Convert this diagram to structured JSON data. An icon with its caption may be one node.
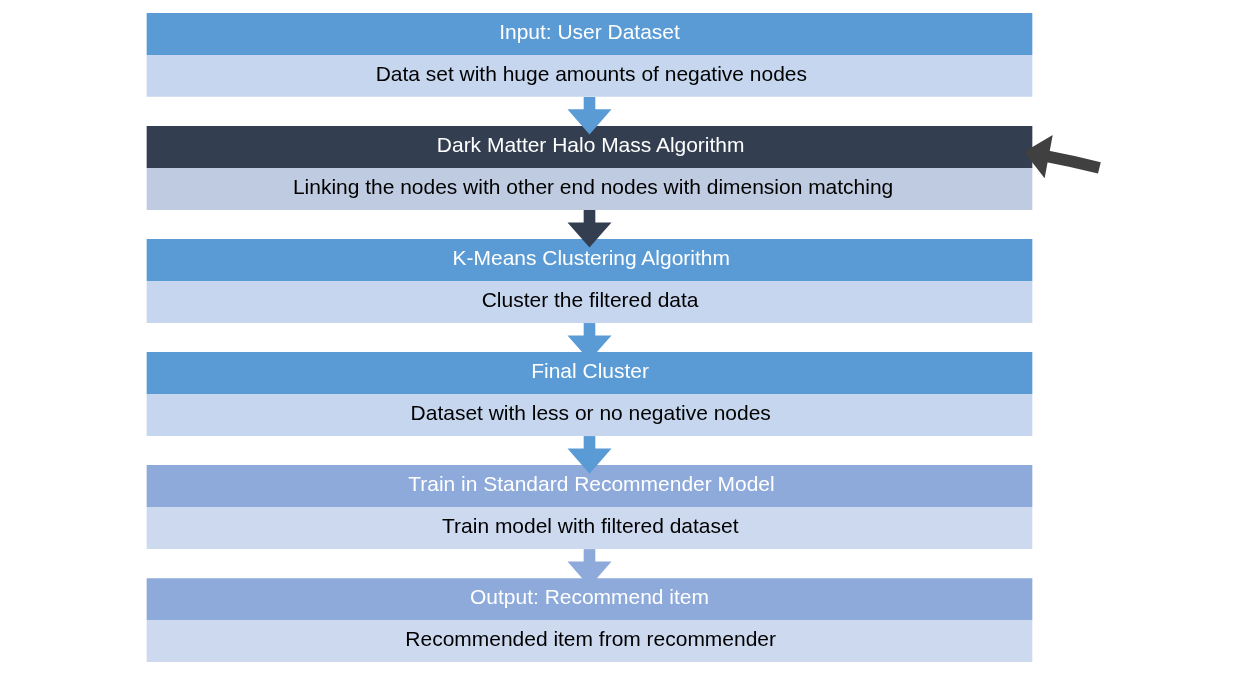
{
  "diagram": {
    "nodes": [
      {
        "text": [
          "Input: User Dataset",
          "Data set with huge amounts of negative nodes"
        ]
      },
      {
        "text": [
          "Dark Matter Halo Mass Algorithm",
          "Linking the nodes with other end nodes with dimension matching"
        ]
      },
      {
        "text": [
          "K-Means Clustering Algorithm",
          "Cluster the filtered data"
        ]
      },
      {
        "text": [
          "Final Cluster",
          "Dataset with less or no negative nodes"
        ]
      },
      {
        "text": [
          "Train in Standard Recommender Model",
          "Train model with filtered dataset"
        ]
      },
      {
        "text": [
          "Output: Recommend item",
          "Recommended item from recommender"
        ]
      }
    ],
    "edges": [
      {
        "from": 0,
        "to": 1,
        "arrow": "to"
      },
      {
        "from": 1,
        "to": 2,
        "arrow": "to",
        "color": "#333f50"
      },
      {
        "from": 2,
        "to": 3,
        "arrow": "to"
      },
      {
        "from": 3,
        "to": 4,
        "arrow": "to"
      },
      {
        "from": 4,
        "to": 5,
        "arrow": "to",
        "color": "#8eaadb"
      },
      {
        "from": null,
        "to": 1,
        "arrow": "to",
        "color": "#404040"
      }
    ]
  }
}
